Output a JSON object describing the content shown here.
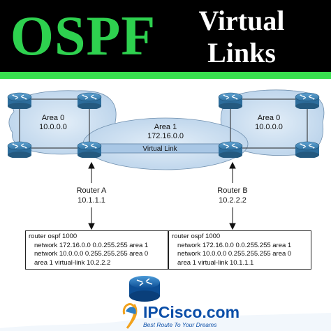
{
  "header": {
    "title": "OSPF",
    "subtitle_line1": "Virtual",
    "subtitle_line2": "Links"
  },
  "diagram": {
    "area_left": {
      "name": "Area 0",
      "net": "10.0.0.0"
    },
    "area_right": {
      "name": "Area 0",
      "net": "10.0.0.0"
    },
    "area_center": {
      "name": "Area 1",
      "net": "172.16.0.0"
    },
    "virtual_link_label": "Virtual Link",
    "router_a": {
      "name": "Router A",
      "ip": "10.1.1.1"
    },
    "router_b": {
      "name": "Router B",
      "ip": "10.2.2.2"
    }
  },
  "config_a": [
    "router ospf 1000",
    "network 172.16.0.0 0.0.255.255 area 1",
    "network 10.0.0.0 0.255.255.255 area 0",
    "area 1 virtual-link 10.2.2.2"
  ],
  "config_b": [
    "router ospf 1000",
    "network 172.16.0.0 0.0.255.255 area 1",
    "network 10.0.0.0 0.255.255.255 area 0",
    "area 1 virtual-link 10.1.1.1"
  ],
  "brand": {
    "name": "IPCisco.com",
    "tagline": "Best Route To Your Dreams"
  },
  "colors": {
    "accent_green": "#2ed14f",
    "router_blue": "#3f86b8",
    "area_fill": "#c9dcef",
    "brand_blue": "#0a4ea8"
  }
}
